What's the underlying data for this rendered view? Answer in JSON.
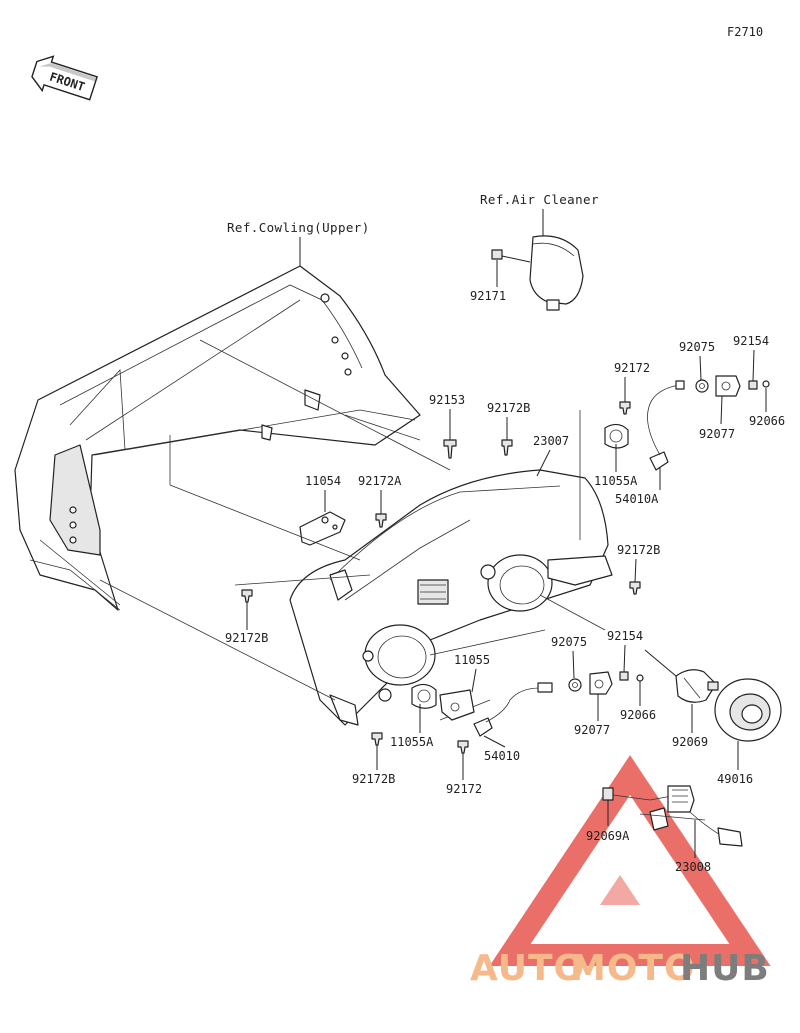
{
  "figure_code": "F2710",
  "front_badge": "FRONT",
  "references": {
    "cowling": "Ref.Cowling(Upper)",
    "air_cleaner": "Ref.Air Cleaner"
  },
  "part_labels": {
    "p92171": "92171",
    "p92153": "92153",
    "p92172B_top": "92172B",
    "p23007": "23007",
    "p92172_top": "92172",
    "p92075_top": "92075",
    "p92154_top": "92154",
    "p92066_top": "92066",
    "p92077_top": "92077",
    "p11055A_top": "11055A",
    "p54010A": "54010A",
    "p11054": "11054",
    "p92172A": "92172A",
    "p92172B_right": "92172B",
    "p92172B_left": "92172B",
    "p11055": "11055",
    "p92075_mid": "92075",
    "p92154_mid": "92154",
    "p92077_mid": "92077",
    "p92066_mid": "92066",
    "p92069": "92069",
    "p49016": "49016",
    "p11055A_bottom": "11055A",
    "p54010": "54010",
    "p92172_bottom": "92172",
    "p92172B_bottom": "92172B",
    "p92069A": "92069A",
    "p23008": "23008"
  },
  "watermark": {
    "part1": "AUTO",
    "part2": "MOTO",
    "part3": "HUB",
    "color1": "#f5b98a",
    "color2": "#f5b98a",
    "color3": "#7d7d7d",
    "triangle_color": "#e8564f"
  }
}
